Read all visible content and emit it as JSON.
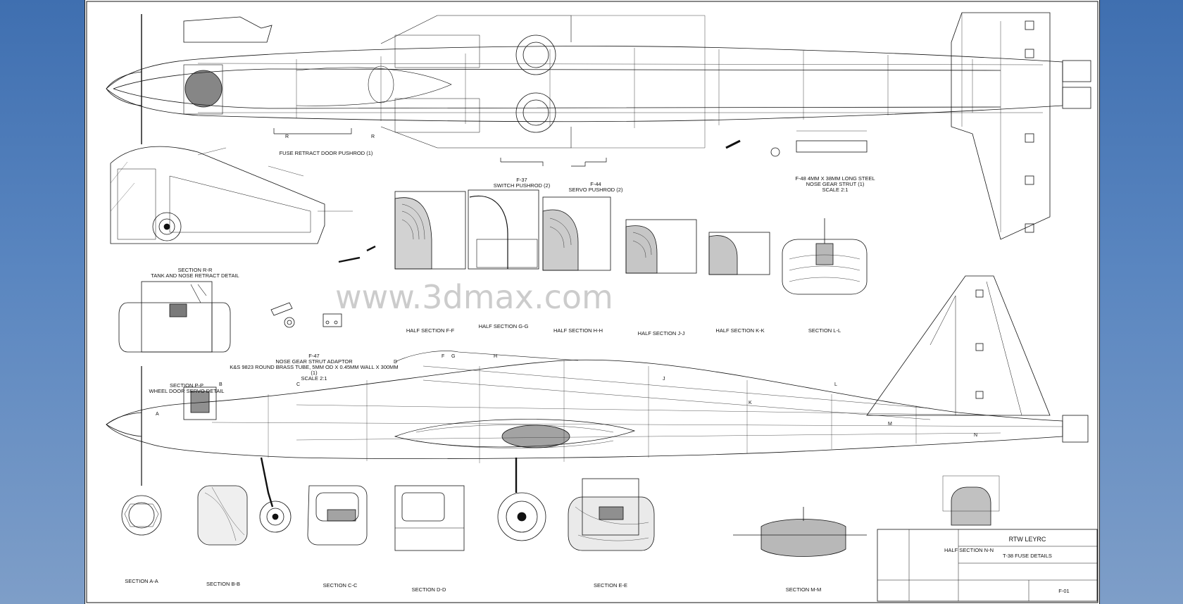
{
  "watermark": "www.3dmax.com",
  "captions": {
    "fuse_retract_pushrod": "FUSE RETRACT DOOR PUSHROD (1)",
    "f37_title": "F-37",
    "f37_sub": "SWITCH PUSHROD (2)",
    "f44_title": "F-44",
    "f44_sub": "SERVO PUSHROD (2)",
    "f48_title": "F-48  4MM X 38MM LONG STEEL",
    "f48_sub": "NOSE GEAR STRUT (1)",
    "f48_scale": "SCALE 2:1",
    "section_rr": "SECTION R-R",
    "section_rr_sub": "TANK AND NOSE RETRACT DETAIL",
    "section_pp": "SECTION P-P",
    "section_pp_sub": "WHEEL DOOR SERVO DETAIL",
    "f47_title": "F-47",
    "f47_l1": "NOSE GEAR STRUT ADAPTOR",
    "f47_l2": "K&S 9823  ROUND BRASS TUBE, 5MM OD X 0.45MM WALL X 300MM",
    "f47_l3": "(1)",
    "f47_scale": "SCALE 2:1",
    "half_ff": "HALF SECTION F-F",
    "half_gg": "HALF SECTION G-G",
    "half_hh": "HALF SECTION H-H",
    "half_jj": "HALF SECTION J-J",
    "half_kk": "HALF SECTION K-K",
    "section_ll": "SECTION L-L",
    "section_aa": "SECTION A-A",
    "section_bb": "SECTION B-B",
    "section_cc": "SECTION C-C",
    "section_dd": "SECTION D-D",
    "section_ee": "SECTION E-E",
    "section_mm": "SECTION M-M",
    "half_nn": "HALF SECTION N-N"
  },
  "title_block": {
    "company": "RTW LEYRC",
    "title": "T-38 FUSE DETAILS",
    "sheet": "F-01"
  }
}
